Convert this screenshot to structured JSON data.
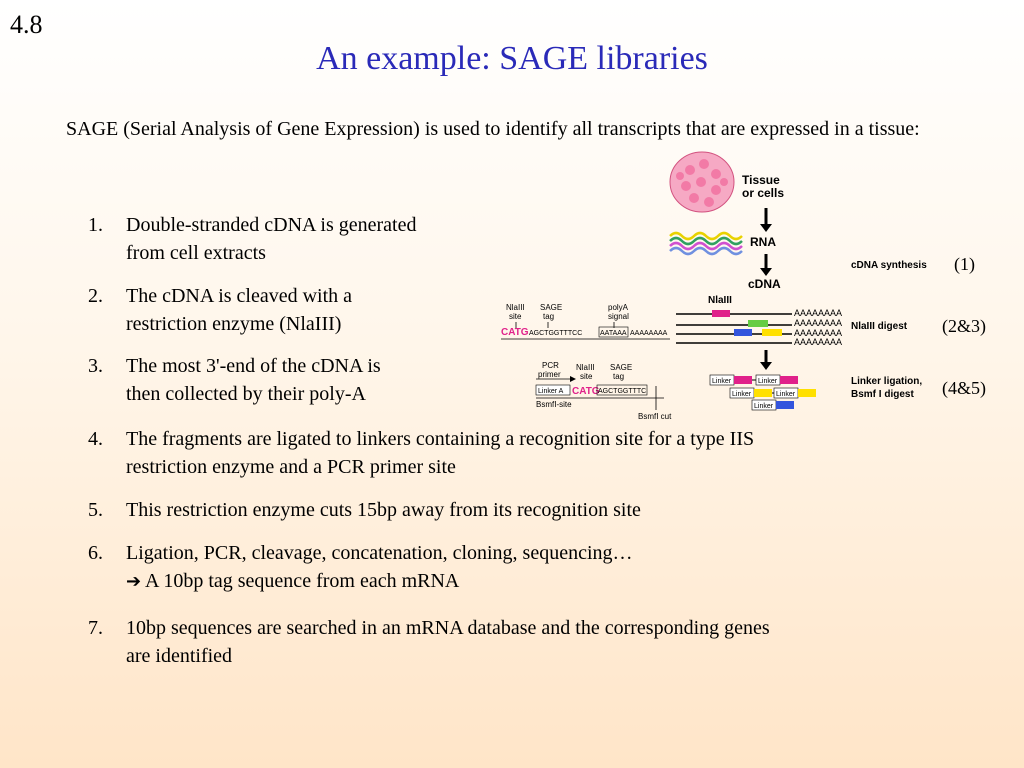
{
  "slide_number": "4.8",
  "title": "An example: SAGE libraries",
  "intro": "SAGE (Serial Analysis of Gene Expression) is used to identify all transcripts that are expressed in a tissue:",
  "steps": [
    {
      "num": "1.",
      "line1": "Double-stranded cDNA is generated",
      "line2": "from cell extracts"
    },
    {
      "num": "2.",
      "line1": "The cDNA is cleaved with a",
      "line2": "restriction enzyme (NlaIII)"
    },
    {
      "num": "3.",
      "line1": "The most 3'-end of the cDNA is",
      "line2": "then collected by their poly-A"
    },
    {
      "num": "4.",
      "line1": "The fragments are ligated to linkers containing a recognition site for a type IIS",
      "line2": "restriction enzyme and a PCR primer site"
    },
    {
      "num": "5.",
      "line1": "This restriction enzyme cuts 15bp away from its recognition site",
      "line2": ""
    },
    {
      "num": "6.",
      "line1": "Ligation, PCR, cleavage, concatenation, cloning, sequencing…",
      "line2": "A 10bp tag sequence from each mRNA"
    },
    {
      "num": "7.",
      "line1": "10bp sequences are searched in an mRNA database and the corresponding genes",
      "line2": "are identified"
    }
  ],
  "diagram": {
    "tissue_label_1": "Tissue",
    "tissue_label_2": "or cells",
    "rna_label": "RNA",
    "cdna_label": "cDNA",
    "cdna_synthesis": "cDNA synthesis",
    "nlaiii_digest": "NlaIII digest",
    "nlaiii": "NlaIII",
    "linker_ligation_1": "Linker ligation,",
    "linker_ligation_2": "Bsmf I digest",
    "nlaiii_site_1": "NlaIII",
    "nlaiii_site_2": "site",
    "sage_tag_1": "SAGE",
    "sage_tag_2": "tag",
    "polya_1": "polyA",
    "polya_2": "signal",
    "catg": "CATG",
    "tag_seq": "AGCTGGTTTCC",
    "aataaa": "AATAAA",
    "polya_tail": "AAAAAAAA",
    "pcr_primer_1": "PCR",
    "pcr_primer_2": "primer",
    "linker_a": "Linker A",
    "bsmfi_site": "BsmfI-site",
    "bsmfi_cut": "BsmfI cut",
    "tag_seq_short": "AGCTGGTTTC",
    "linker": "Linker"
  },
  "stage_labels": [
    "(1)",
    "(2&3)",
    "(4&5)"
  ],
  "colors": {
    "title": "#2a2ab8",
    "catg": "#e0218a"
  }
}
